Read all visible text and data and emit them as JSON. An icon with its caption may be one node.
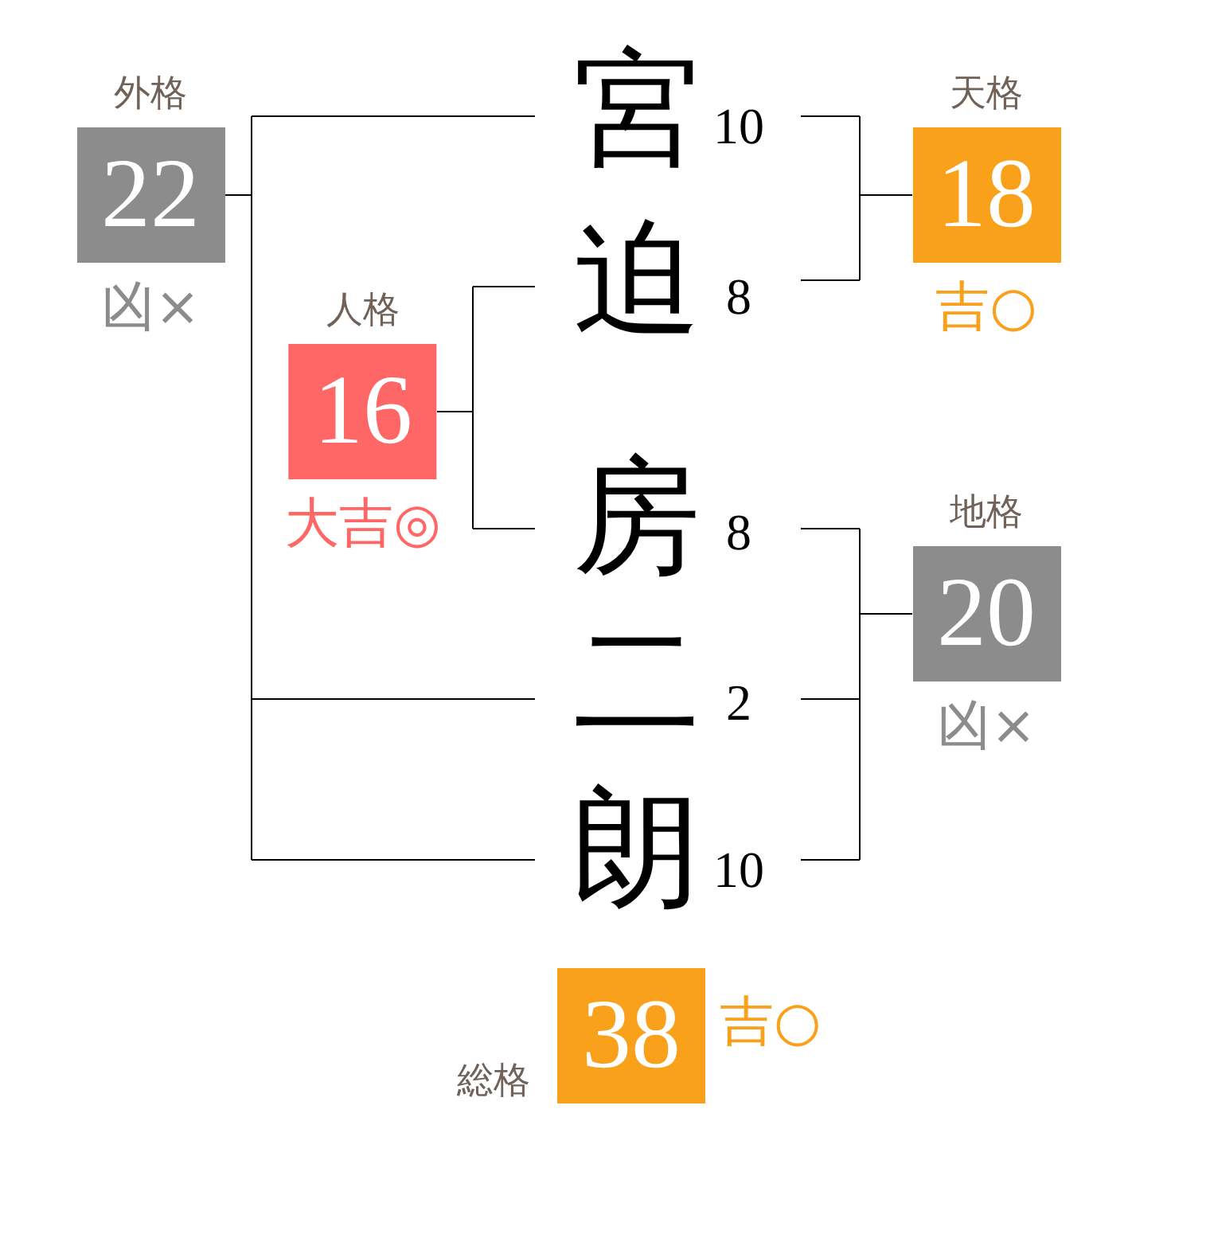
{
  "diagram": {
    "nodes": [
      {
        "text": [
          "外格",
          "22"
        ],
        "beside": [
          "凶×"
        ]
      },
      {
        "text": [
          "宮"
        ],
        "beside": [
          "10"
        ]
      },
      {
        "text": [
          "天格",
          "18"
        ],
        "beside": [
          "吉○"
        ]
      },
      {
        "text": [
          "迫"
        ],
        "beside": [
          "8"
        ]
      },
      {
        "text": [
          "人格",
          "16"
        ],
        "beside": [
          "大吉◎"
        ]
      },
      {
        "text": [
          "房"
        ],
        "beside": [
          "8"
        ]
      },
      {
        "text": [
          "地格",
          "20"
        ],
        "beside": [
          "凶×"
        ]
      },
      {
        "text": [
          "二"
        ],
        "beside": [
          "2"
        ]
      },
      {
        "text": [
          "朗"
        ],
        "beside": [
          "10"
        ]
      },
      {
        "text": [
          "総格",
          "38"
        ],
        "beside": [
          "吉○"
        ]
      }
    ],
    "edges": [
      {
        "from": 1,
        "to": 0,
        "arrow": "none"
      },
      {
        "from": 7,
        "to": 0,
        "arrow": "none"
      },
      {
        "from": 8,
        "to": 0,
        "arrow": "none"
      },
      {
        "from": 3,
        "to": 4,
        "arrow": "none"
      },
      {
        "from": 5,
        "to": 4,
        "arrow": "none"
      },
      {
        "from": 1,
        "to": 2,
        "arrow": "none"
      },
      {
        "from": 3,
        "to": 2,
        "arrow": "none"
      },
      {
        "from": 5,
        "to": 6,
        "arrow": "none"
      },
      {
        "from": 7,
        "to": 6,
        "arrow": "none"
      },
      {
        "from": 8,
        "to": 6,
        "arrow": "none"
      }
    ]
  }
}
